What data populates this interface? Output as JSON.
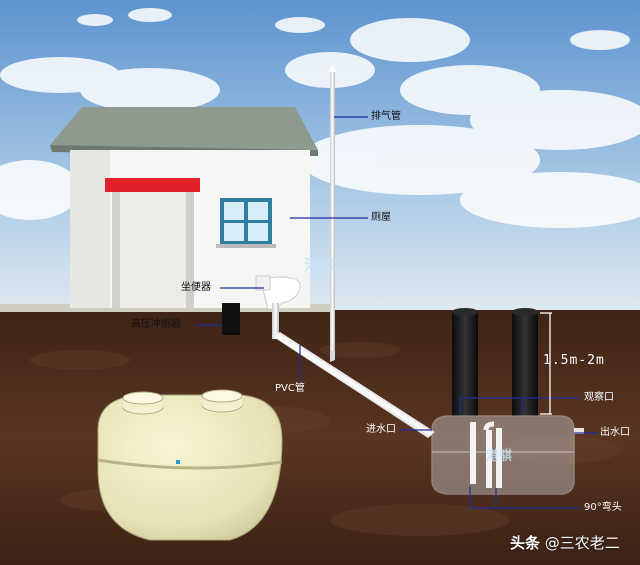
{
  "labels": {
    "exhaust_pipe": "排气管",
    "toilet_house": "厕屋",
    "toilet_seat": "坐便器",
    "high_pressure_flush": "高压冲厕器",
    "pvc_pipe": "PVC管",
    "inlet": "进水口",
    "observation_port": "观察口",
    "outlet": "出水口",
    "depth": "1.5m-2m",
    "elbow": "90°弯头"
  },
  "brand_logo": "港骐",
  "watermark": {
    "platform": "头条",
    "handle": "@三农老二"
  },
  "colors": {
    "sky": "#7fb0dd",
    "soil": "#4a2a1a",
    "roof": "#8f9a8f",
    "awning": "#e0202a",
    "tank": "#eceac0",
    "pipe": "#e8e8ea",
    "riser": "#1a1a1a",
    "leader": "#1d2d9a"
  }
}
